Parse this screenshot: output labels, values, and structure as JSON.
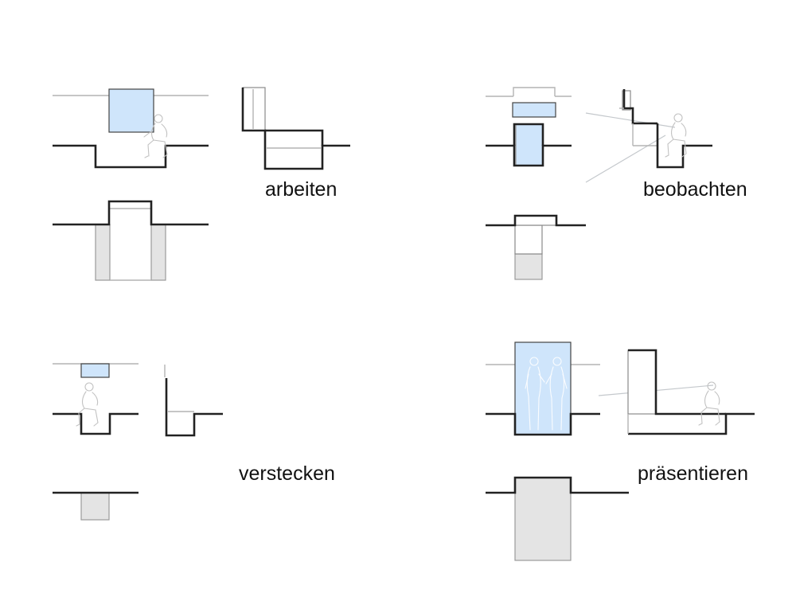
{
  "labels": {
    "arbeiten": "arbeiten",
    "beobachten": "beobachten",
    "verstecken": "verstecken",
    "praesentieren": "präsentieren"
  }
}
